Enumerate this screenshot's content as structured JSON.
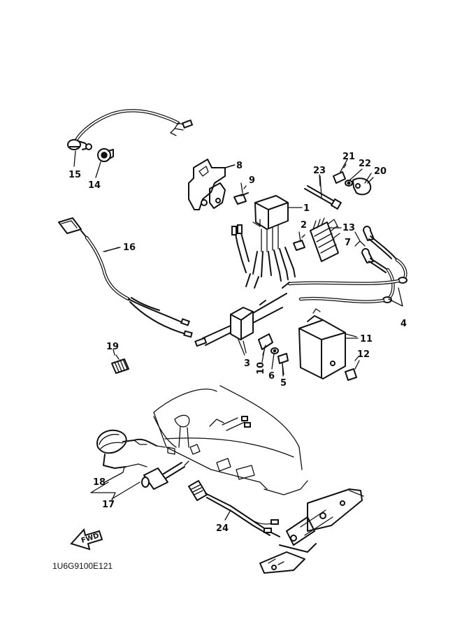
{
  "diagram_code": "1U6G9100E121",
  "fwd_label": "FWD",
  "callouts": {
    "c1": "1",
    "c2": "2",
    "c3": "3",
    "c4": "4",
    "c5": "5",
    "c6": "6",
    "c7": "7",
    "c8": "8",
    "c9": "9",
    "c10": "10",
    "c11": "11",
    "c12": "12",
    "c13": "13",
    "c14": "14",
    "c15": "15",
    "c16": "16",
    "c17": "17",
    "c18": "18",
    "c19": "19",
    "c20": "20",
    "c21": "21",
    "c22": "22",
    "c23": "23",
    "c24": "24"
  }
}
